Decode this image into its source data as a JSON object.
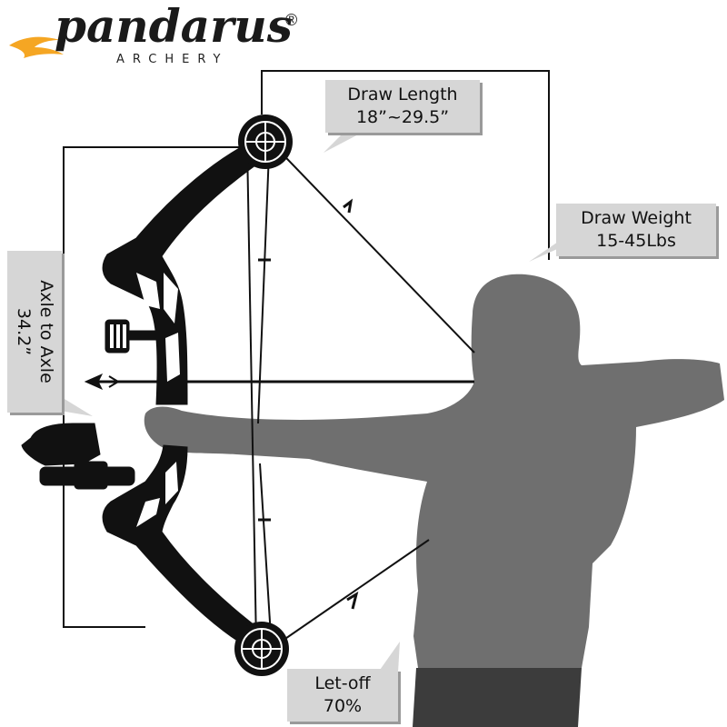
{
  "logo": {
    "brand": "pandarus",
    "sub": "ARCHERY",
    "reg": "®"
  },
  "callouts": {
    "draw_length": {
      "title": "Draw Length",
      "value": "18”~29.5”"
    },
    "draw_weight": {
      "title": "Draw Weight",
      "value": "15-45Lbs"
    },
    "axle_to_axle": {
      "title": "Axle to Axle",
      "value": "34.2”"
    },
    "let_off": {
      "title": "Let-off",
      "value": "70%"
    }
  },
  "colors": {
    "callout_bg": "#d6d6d6",
    "silhouette": "#6f6f6f",
    "bow": "#111111",
    "flame": "#f5a623"
  }
}
